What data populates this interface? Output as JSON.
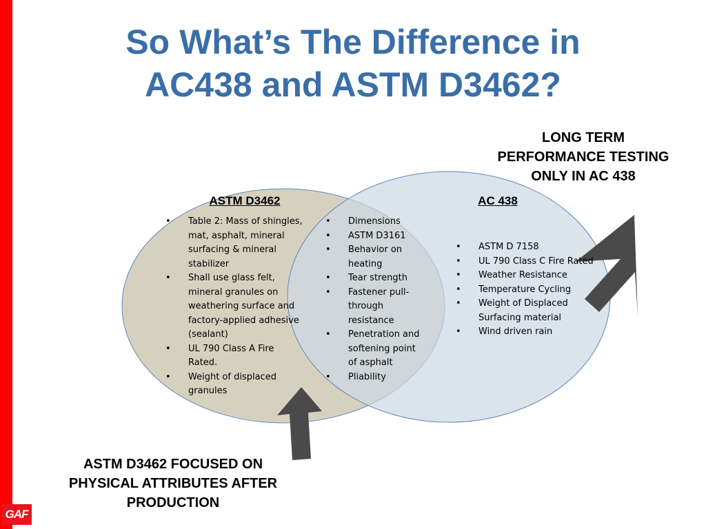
{
  "slide": {
    "title_line1": "So What’s The Difference in",
    "title_line2": "AC438 and ASTM D3462?",
    "logo_text": "GAF"
  },
  "colors": {
    "title": "#3a6ea8",
    "accent_bar": "#ff0000",
    "circle_left_fill": "#d6d1bf",
    "circle_right_fill": "#cdd8e3",
    "arrow": "#4a4a4a"
  },
  "callouts": {
    "top_line1": "LONG TERM",
    "top_line2": "PERFORMANCE TESTING",
    "top_line3": "ONLY IN AC 438",
    "bottom_line1": "ASTM D3462 FOCUSED ON",
    "bottom_line2": "PHYSICAL ATTRIBUTES AFTER",
    "bottom_line3": "PRODUCTION"
  },
  "venn": {
    "left": {
      "title": "ASTM D3462",
      "items": [
        "Table 2: Mass of shingles, mat, asphalt, mineral surfacing & mineral stabilizer",
        "Shall use glass felt, mineral granules on weathering surface and factory-applied adhesive (sealant)",
        "UL 790 Class A Fire Rated.",
        "Weight of displaced granules"
      ]
    },
    "overlap": {
      "items": [
        "Dimensions",
        "ASTM D3161",
        "Behavior on heating",
        "Tear strength",
        "Fastener pull-through resistance",
        "Penetration and softening point of asphalt",
        "Pliability"
      ]
    },
    "right": {
      "title": "AC 438",
      "items": [
        "ASTM D 7158",
        "UL 790 Class C Fire Rated",
        "Weather Resistance",
        "Temperature Cycling",
        "Weight of Displaced Surfacing material",
        "Wind driven rain"
      ]
    }
  }
}
